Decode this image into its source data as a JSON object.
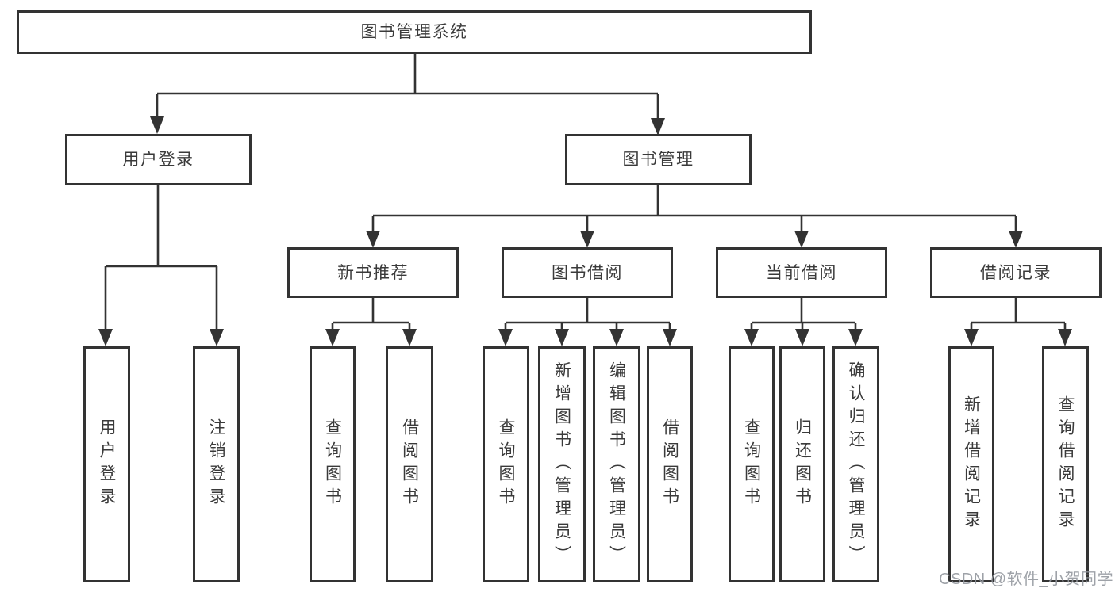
{
  "diagram": {
    "type": "hierarchy-tree",
    "tree": {
      "label": "图书管理系统",
      "children": [
        {
          "label": "用户登录",
          "children": [
            {
              "label": "用户登录"
            },
            {
              "label": "注销登录"
            }
          ]
        },
        {
          "label": "图书管理",
          "children": [
            {
              "label": "新书推荐",
              "children": [
                {
                  "label": "查询图书"
                },
                {
                  "label": "借阅图书"
                }
              ]
            },
            {
              "label": "图书借阅",
              "children": [
                {
                  "label": "查询图书"
                },
                {
                  "label": "新增图书（管理员）"
                },
                {
                  "label": "编辑图书（管理员）"
                },
                {
                  "label": "借阅图书"
                }
              ]
            },
            {
              "label": "当前借阅",
              "children": [
                {
                  "label": "查询图书"
                },
                {
                  "label": "归还图书"
                },
                {
                  "label": "确认归还（管理员）"
                }
              ]
            },
            {
              "label": "借阅记录",
              "children": [
                {
                  "label": "新增借阅记录"
                },
                {
                  "label": "查询借阅记录"
                }
              ]
            }
          ]
        }
      ]
    },
    "colors": {
      "line": "#333333",
      "text": "#3a3a3a",
      "box_background": "#ffffff",
      "watermark": "#94989e"
    }
  },
  "watermark": "CSDN @软件_小贺同学"
}
